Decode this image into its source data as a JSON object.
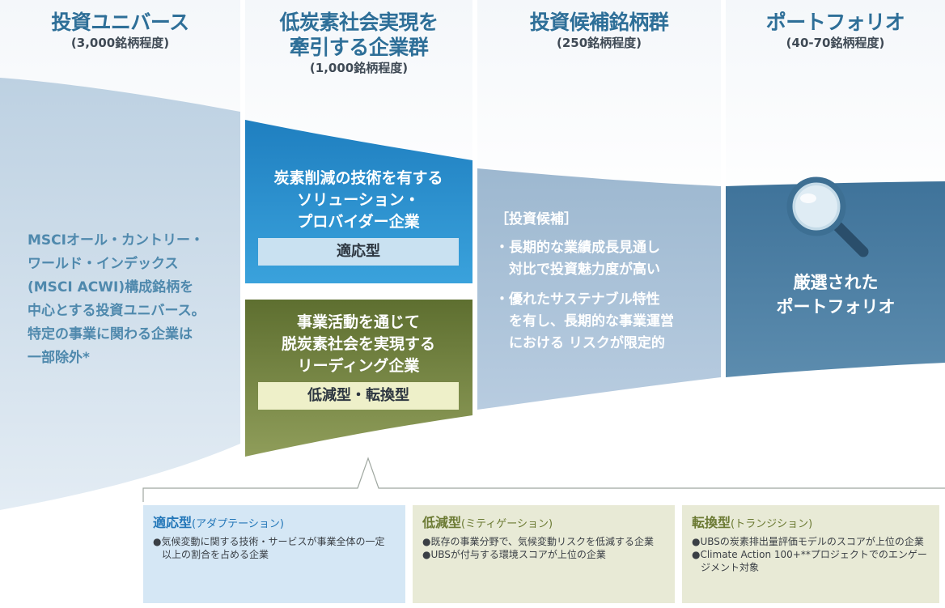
{
  "columns": [
    {
      "title": "投資ユニバース",
      "subtitle": "(3,000銘柄程度)"
    },
    {
      "title_lines": [
        "低炭素社会実現を",
        "牽引する企業群"
      ],
      "subtitle": "(1,000銘柄程度)"
    },
    {
      "title": "投資候補銘柄群",
      "subtitle": "(250銘柄程度)"
    },
    {
      "title": "ポートフォリオ",
      "subtitle": "(40-70銘柄程度)"
    }
  ],
  "universe_text": [
    "MSCIオール・カントリー・",
    "ワールド・インデックス",
    "(MSCI ACWI)構成銘柄を",
    "中心とする投資ユニバース。",
    "特定の事業に関わる企業は",
    "一部除外*"
  ],
  "solution": {
    "lines": [
      "炭素削減の技術を有する",
      "ソリューション・",
      "プロバイダー企業"
    ],
    "tag": "適応型"
  },
  "leading": {
    "lines": [
      "事業活動を通じて",
      "脱炭素社会を実現する",
      "リーディング企業"
    ],
    "tag": "低減型・転換型"
  },
  "candidates": {
    "heading": "［投資候補］",
    "lines": [
      "・長期的な業績成長見通し",
      "　対比で投資魅力度が高い",
      "・優れたサステナブル特性",
      "　を有し、長期的な事業運営",
      "　における リスクが限定的"
    ]
  },
  "portfolio_text": [
    "厳選された",
    "ポートフォリオ"
  ],
  "legend_boxes": [
    {
      "title": "適応型",
      "title_note": "(アダプテーション)",
      "items": [
        "●気候変動に関する技術・サービスが事業全体の一定以上の割合を占める企業"
      ]
    },
    {
      "title": "低減型",
      "title_note": "(ミティゲーション)",
      "items": [
        "●既存の事業分野で、気候変動リスクを低減する企業",
        "●UBSが付与する環境スコアが上位の企業"
      ]
    },
    {
      "title": "転換型",
      "title_note": "(トランジション)",
      "items": [
        "●UBSの炭素排出量評価モデルのスコアが上位の企業",
        "●Climate Action 100+**プロジェクトでのエンゲージメント対象"
      ]
    }
  ],
  "colors": {
    "universe": "#cfdde9",
    "solution": "#2a93cf",
    "leading": "#6f7f3d",
    "candidates": "#a7c0d6",
    "portfolio": "#4d7fa1",
    "header_text": "#2e6f98"
  }
}
